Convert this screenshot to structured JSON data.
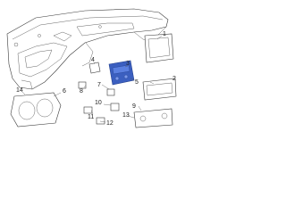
{
  "diagram": {
    "callouts": [
      "1",
      "2",
      "3",
      "4",
      "5",
      "6",
      "7",
      "8",
      "9",
      "10",
      "11",
      "12",
      "13",
      "14"
    ],
    "colors": {
      "line": "#3a3a3a",
      "highlight": "#3b5fc0",
      "background": "#ffffff"
    }
  }
}
